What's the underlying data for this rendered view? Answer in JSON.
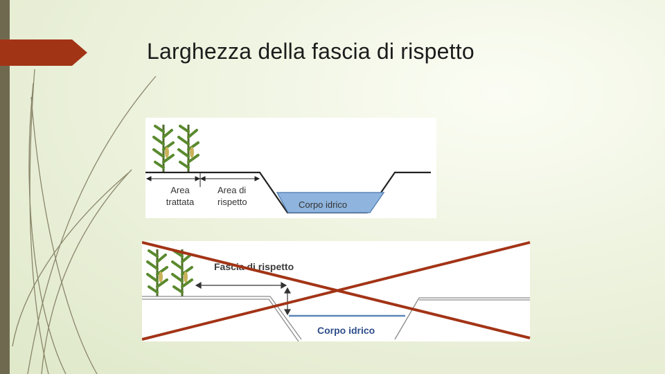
{
  "slide": {
    "title": "Larghezza della fascia di rispetto"
  },
  "colors": {
    "accent_arrow": "#a23416",
    "left_bar": "#6f6a4f",
    "cross": "#a23416",
    "water": "#8fb4dd",
    "water_line": "#5b86b8"
  },
  "figure_correct": {
    "label_treated": "Area\ntrattata",
    "label_buffer": "Area di\nrispetto",
    "label_water": "Corpo idrico"
  },
  "figure_wrong": {
    "label_buffer": "Fascia di rispetto",
    "label_water": "Corpo idrico",
    "crossed_out": true
  },
  "icons": [
    "corn-plant-icon",
    "double-arrow-icon",
    "cross-out-mark"
  ]
}
